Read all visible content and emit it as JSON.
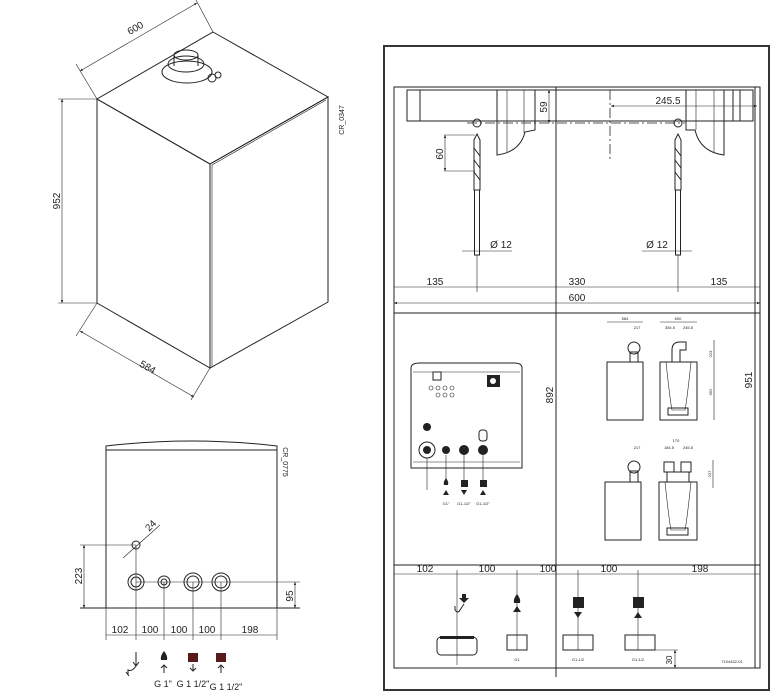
{
  "iso_view": {
    "dim_width": "600",
    "dim_height": "952",
    "dim_depth": "584",
    "ref": "CR_0347"
  },
  "front_view": {
    "ref": "CR_0775",
    "dim_hole_dia": "24",
    "dim_hole_height": "223",
    "dim_conn_height": "95",
    "spacing": [
      "102",
      "100",
      "100",
      "100",
      "198"
    ],
    "connections": [
      {
        "icon": "condensate-drain-icon",
        "label": ""
      },
      {
        "icon": "gas-flame-inlet-icon",
        "label": "G 1\""
      },
      {
        "icon": "radiator-flow-icon",
        "label": "G 1 1/2\""
      },
      {
        "icon": "radiator-return-icon",
        "label": "G 1 1/2\""
      }
    ]
  },
  "install_sheet": {
    "doc_number": "7104432-01",
    "bracket": {
      "dim_59": "59",
      "dim_245": "245.5",
      "dim_drill_depth": "60",
      "drill_dia_left": "Ø 12",
      "drill_dia_right": "Ø 12"
    },
    "top_spacing": [
      "135",
      "330",
      "135"
    ],
    "total_width": "600",
    "dim_892": "892",
    "dim_951": "951",
    "panel_labels": [
      "G1\"",
      "G1-1/2\"",
      "G1-1/2\""
    ],
    "flue_views": {
      "a": {
        "depth": "584",
        "width": "600",
        "offset": "217",
        "left": "354.5",
        "right": "245.5",
        "height_top": "223",
        "height": "952"
      },
      "b": {
        "offset": "217",
        "spacing": "170",
        "left": "184.5",
        "right": "245.5",
        "height_top": "237"
      }
    },
    "bottom_spacing": [
      "102",
      "100",
      "100",
      "100",
      "198"
    ],
    "fitting_labels": [
      "G1",
      "G1-1/2",
      "G1-1/2"
    ],
    "dim_30": "30"
  }
}
